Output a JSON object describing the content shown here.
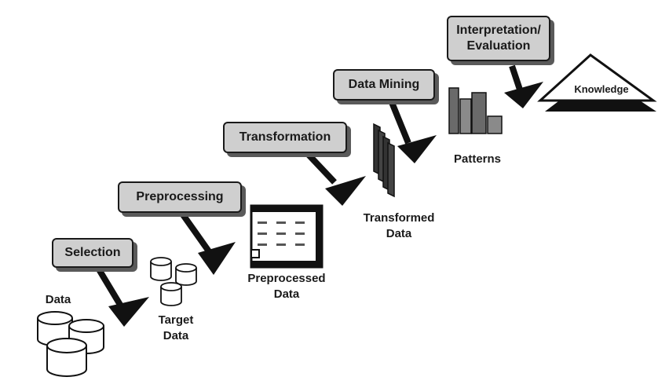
{
  "steps": {
    "selection": "Selection",
    "preprocessing": "Preprocessing",
    "transformation": "Transformation",
    "data_mining": "Data Mining",
    "interpretation_line1": "Interpretation/",
    "interpretation_line2": "Evaluation"
  },
  "artifacts": {
    "data": "Data",
    "target_line1": "Target",
    "target_line2": "Data",
    "preprocessed_line1": "Preprocessed",
    "preprocessed_line2": "Data",
    "transformed_line1": "Transformed",
    "transformed_line2": "Data",
    "patterns": "Patterns",
    "knowledge": "Knowledge"
  }
}
